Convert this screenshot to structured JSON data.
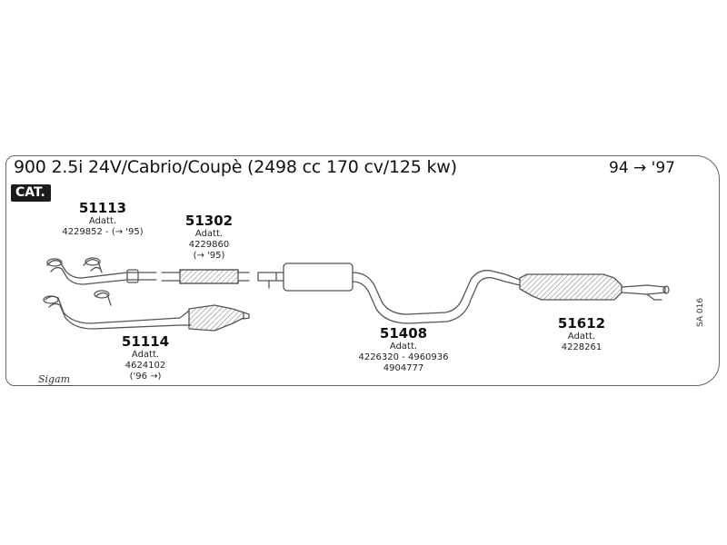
{
  "header": {
    "title": "900 2.5i 24V/Cabrio/Coupè (2498 cc 170 cv/125 kw)",
    "years": "94 → '97",
    "badge": "CAT."
  },
  "parts": [
    {
      "number": "51113",
      "adatt": "Adatt.",
      "refs": [
        "4229852 - (→ '95)"
      ]
    },
    {
      "number": "51302",
      "adatt": "Adatt.",
      "refs": [
        "4229860",
        "(→ '95)"
      ]
    },
    {
      "number": "51114",
      "adatt": "Adatt.",
      "refs": [
        "4624102",
        "('96 →)"
      ]
    },
    {
      "number": "51408",
      "adatt": "Adatt.",
      "refs": [
        "4226320 - 4960936",
        "4904777"
      ]
    },
    {
      "number": "51612",
      "adatt": "Adatt.",
      "refs": [
        "4228261"
      ]
    }
  ],
  "footer": {
    "code": "SA 016",
    "logo": "Sigam"
  },
  "colors": {
    "line": "#555555",
    "hatch": "#888888",
    "badge_bg": "#1b1b1b"
  }
}
